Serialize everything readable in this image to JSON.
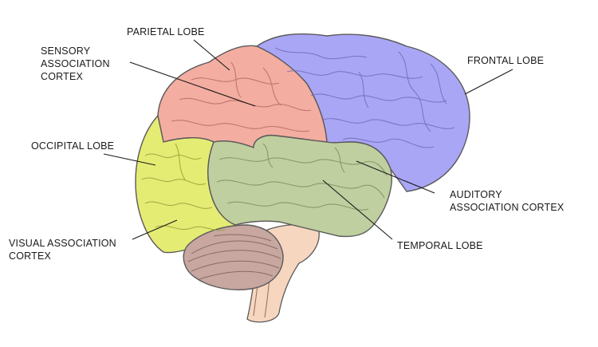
{
  "diagram": {
    "colors": {
      "frontal": "#aaa6f6",
      "parietal": "#f4ada1",
      "occipital": "#e5ec74",
      "temporal": "#bfcf9f",
      "cerebellum": "#c7a7a0",
      "brainstem": "#f7d6c0",
      "outline": "#5a5a5a"
    },
    "labels": {
      "parietal_lobe": "PARIETAL LOBE",
      "sensory_association_cortex": [
        "SENSORY",
        "ASSOCIATION",
        "CORTEX"
      ],
      "frontal_lobe": "FRONTAL LOBE",
      "occipital_lobe": "OCCIPITAL LOBE",
      "auditory_association_cortex": [
        "AUDITORY",
        "ASSOCIATION CORTEX"
      ],
      "visual_association_cortex": [
        "VISUAL ASSOCIATION",
        "CORTEX"
      ],
      "temporal_lobe": "TEMPORAL LOBE"
    }
  }
}
